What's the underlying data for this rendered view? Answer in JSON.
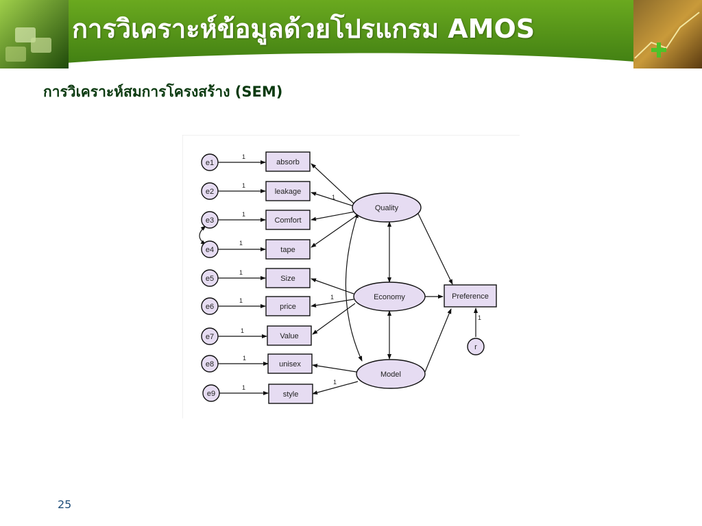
{
  "slide": {
    "title": "การวิเคราะห์ข้อมูลด้วยโปรแกรม AMOS",
    "subtitle": "การวิเคราะห์สมการโครงสร้าง (SEM)",
    "page_number": "25"
  },
  "theme": {
    "header_green": "#5a9a1a",
    "header_dark": "#2d5a0e",
    "title_color": "#ffffff",
    "subtitle_color": "#0b3a10",
    "node_fill": "#e6dcf2"
  },
  "diagram": {
    "errors": [
      "e1",
      "e2",
      "e3",
      "e4",
      "e5",
      "e6",
      "e7",
      "e8",
      "e9"
    ],
    "indicators": [
      "absorb",
      "leakage",
      "Comfort",
      "tape",
      "Size",
      "price",
      "Value",
      "unisex",
      "style"
    ],
    "latents": [
      "Quality",
      "Economy",
      "Model"
    ],
    "outcome": "Preference",
    "residual": "r",
    "path_label": "1"
  }
}
